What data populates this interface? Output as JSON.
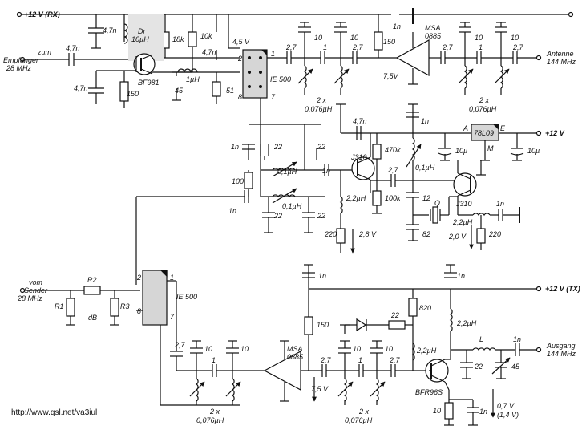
{
  "rails": {
    "rx_supply": "+12 V (RX)",
    "supply_12v": "+12 V",
    "tx_supply": "+12 V (TX)"
  },
  "terminals": {
    "receiver_in": [
      "zum",
      "Empfänger",
      "28 MHz"
    ],
    "antenna": [
      "Antenne",
      "144 MHz"
    ],
    "transmitter_in": [
      "vom",
      "Sender",
      "28 MHz"
    ],
    "output": [
      "Ausgang",
      "144 MHz"
    ]
  },
  "rx_section": {
    "c_input": "4,7n",
    "c_rx_decouple": "4,7n",
    "choke_dr": [
      "Dr",
      "10µH"
    ],
    "r_18k": "18k",
    "r_10k": "10k",
    "c_4n7_top": "4,7n",
    "supply_4v5": "4,5 V",
    "fet": "BF981",
    "c_gate2": "4,7n",
    "r_150_source": "150",
    "l_1uh": "1µH",
    "c_trim_45": "45",
    "r_51": "51",
    "mixer": "IE 500",
    "mixer_pins_left": [
      "2",
      "8"
    ],
    "mixer_pins_right": [
      "1",
      "7"
    ],
    "filter_caps": [
      "2,7",
      "10",
      "1",
      "10",
      "2,7"
    ],
    "filter_coils": [
      "2 x",
      "0,076µH"
    ],
    "r_150_mmic": "150",
    "c_1n_mmic": "1n",
    "mmic_name": [
      "MSA",
      "0885"
    ],
    "mmic_voltage": "7,5V",
    "antenna_filter_caps": [
      "2,7",
      "10",
      "1",
      "10",
      "2,7"
    ],
    "antenna_filter_coils": [
      "2 x",
      "0,076µH"
    ]
  },
  "oscillator": {
    "c_4n7": "4,7n",
    "c_1n_a": "1n",
    "c_1n_b": "1n",
    "c_22": [
      "22",
      "22",
      "22",
      "22"
    ],
    "l_01": [
      "0,1µH",
      "0,1µH"
    ],
    "r_100": "100",
    "c_1n_c": "1n",
    "c_1n_d": "1n",
    "fet1": "J310",
    "fet2": "J310",
    "r_470k": "470k",
    "r_100k": "100k",
    "c_27": "2,7",
    "l_01_osc": "0,1µH",
    "c_12": "12",
    "c_82": "82",
    "crystal": "Q",
    "l_22_a": "2,2µH",
    "l_22_b": "2,2µH",
    "r_220_a": "220",
    "r_220_b": "220",
    "v_28": "2,8 V",
    "v_20": "2,0 V",
    "c_1n_e": "1n",
    "regulator": "78L09",
    "reg_pins": [
      "A",
      "E",
      "M"
    ],
    "c_10u_a": "10µ",
    "c_10u_b": "10µ"
  },
  "tx_section": {
    "r1": "R1",
    "r2": "R2",
    "r3": "R3",
    "atten": "dB",
    "mixer": "IE 500",
    "mixer_pins_left": [
      "2",
      "8"
    ],
    "mixer_pins_right": [
      "1",
      "7"
    ],
    "filter_caps": [
      "2,7",
      "10",
      "1",
      "10"
    ],
    "filter_coils": [
      "2 x",
      "0,076µH"
    ],
    "mmic_name": [
      "MSA",
      "0885"
    ],
    "c_1n_mmic": "1n",
    "r_150": "150",
    "mmic_voltage": "7,5 V",
    "filter2_caps": [
      "2,7",
      "10",
      "1",
      "10",
      "2,7"
    ],
    "filter2_coils": [
      "2 x",
      "0,076µH"
    ],
    "r_22": "22",
    "r_820": "820",
    "l_22_a": "2,2µH",
    "l_22_b": "2,2µH",
    "c_1n_supply": "1n",
    "c_1n_out": "1n",
    "transistor": "BFR96S",
    "l_out": "L",
    "c_22": "22",
    "c_trim_45": "45",
    "r_10": "10",
    "c_1n_emitter": "1n",
    "emitter_v": [
      "0,7 V",
      "(1,4 V)"
    ]
  },
  "footer": {
    "url": "http://www.qsl.net/va3iul"
  }
}
